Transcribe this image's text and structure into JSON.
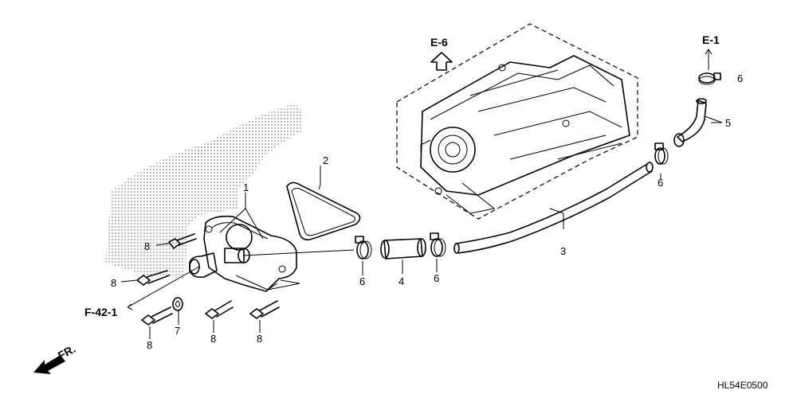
{
  "refs": {
    "e6": "E-6",
    "e1": "E-1",
    "f421": "F-42-1",
    "fr": "FR."
  },
  "callouts": {
    "c1": "1",
    "c2": "2",
    "c3": "3",
    "c4": "4",
    "c5": "5",
    "c6a": "6",
    "c6b": "6",
    "c6c": "6",
    "c6d": "6",
    "c7": "7",
    "c8a": "8",
    "c8b": "8",
    "c8c": "8",
    "c8d": "8",
    "c8e": "8"
  },
  "diagram_code": "HL54E0500"
}
